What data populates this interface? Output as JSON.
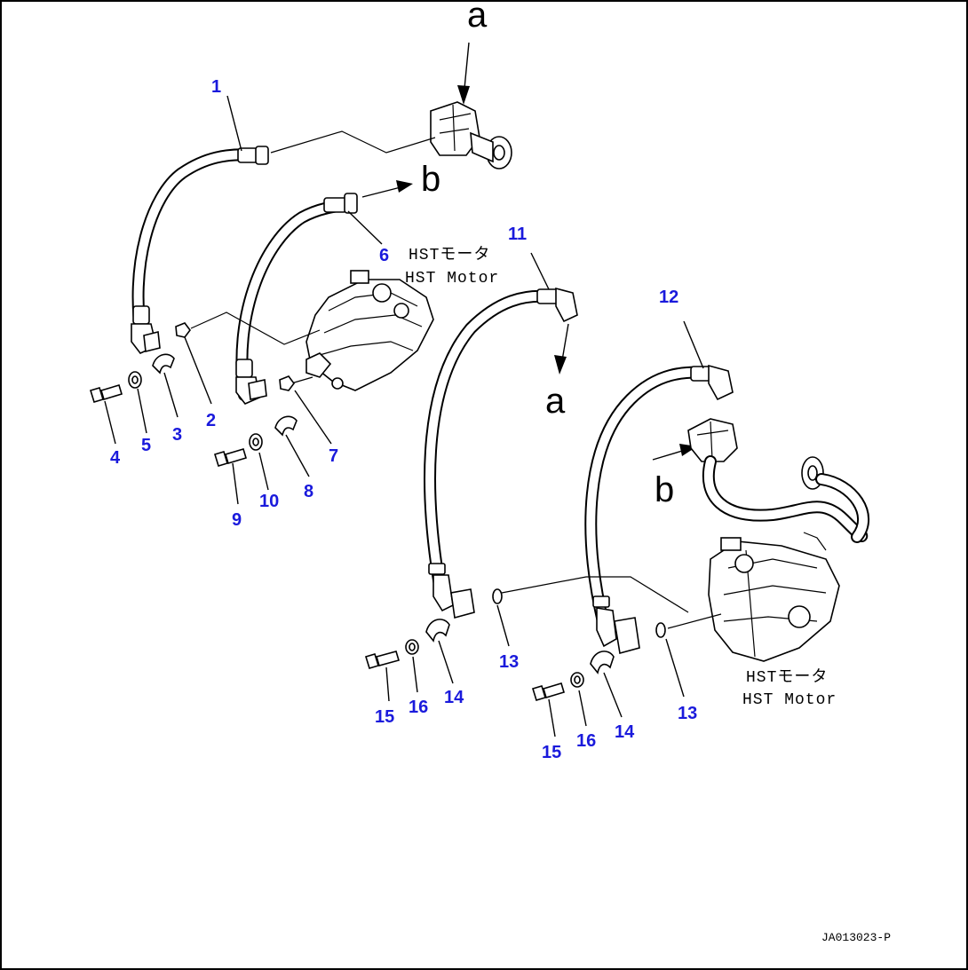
{
  "callouts": {
    "c1": "1",
    "c2": "2",
    "c3": "3",
    "c4": "4",
    "c5": "5",
    "c6": "6",
    "c7": "7",
    "c8": "8",
    "c9": "9",
    "c10": "10",
    "c11": "11",
    "c12": "12",
    "c13a": "13",
    "c13b": "13",
    "c14a": "14",
    "c14b": "14",
    "c15a": "15",
    "c15b": "15",
    "c16a": "16",
    "c16b": "16"
  },
  "view_letters": {
    "a_top": "a",
    "b_top": "b",
    "a_mid": "a",
    "b_right": "b"
  },
  "motor_labels": {
    "upper_jp": "HSTモータ",
    "upper_en": "HST Motor",
    "lower_jp": "HSTモータ",
    "lower_en": "HST Motor"
  },
  "drawing_code": "JA013023-P"
}
